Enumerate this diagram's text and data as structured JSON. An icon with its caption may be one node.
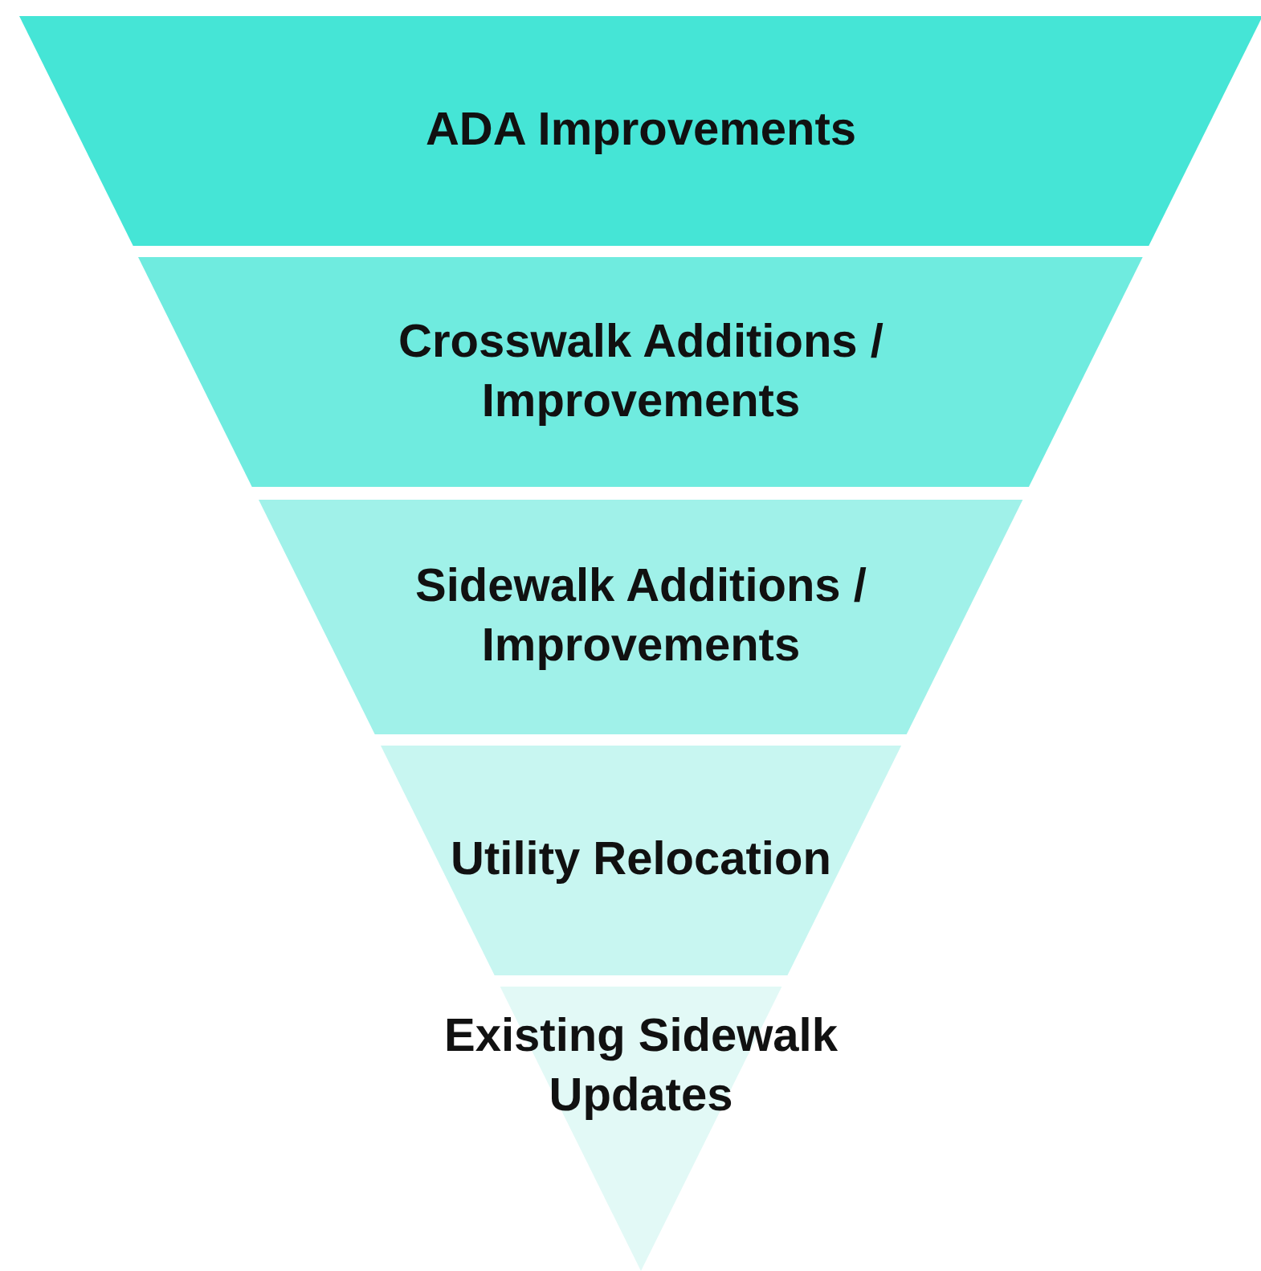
{
  "diagram": {
    "nodes": [
      {
        "text": [
          "ADA Improvements"
        ]
      },
      {
        "text": [
          "Crosswalk Additions / Improvements"
        ]
      },
      {
        "text": [
          "Sidewalk Additions / Improvements"
        ]
      },
      {
        "text": [
          "Utility Relocation"
        ]
      },
      {
        "text": [
          "Existing Sidewalk Updates"
        ]
      }
    ]
  }
}
